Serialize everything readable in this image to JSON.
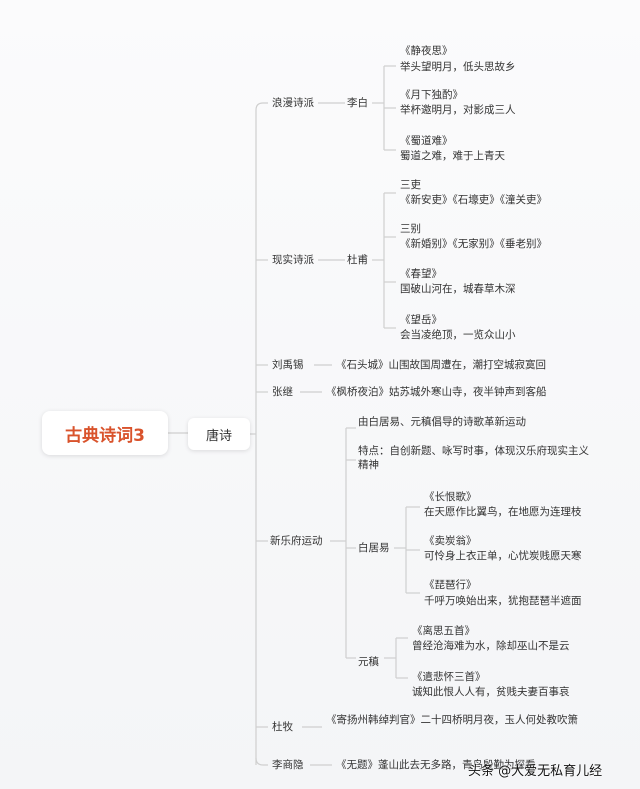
{
  "root": {
    "title": "古典诗词3"
  },
  "topic": {
    "title": "唐诗"
  },
  "branches": [
    {
      "label": "浪漫诗派",
      "poet": "李白",
      "leaves": [
        {
          "title": "《静夜思》",
          "line": "举头望明月，低头思故乡"
        },
        {
          "title": "《月下独酌》",
          "line": "举杯邀明月，对影成三人"
        },
        {
          "title": "《蜀道难》",
          "line": "蜀道之难，难于上青天"
        }
      ]
    },
    {
      "label": "现实诗派",
      "poet": "杜甫",
      "leaves": [
        {
          "title": "三吏",
          "line": "《新安吏》《石壕吏》《潼关吏》"
        },
        {
          "title": "三别",
          "line": "《新婚别》《无家别》《垂老别》"
        },
        {
          "title": "《春望》",
          "line": "国破山河在，城春草木深"
        },
        {
          "title": "《望岳》",
          "line": "会当凌绝顶，一览众山小"
        }
      ]
    },
    {
      "label": "刘禹锡",
      "text": "《石头城》山围故国周遭在，潮打空城寂寞回"
    },
    {
      "label": "张继",
      "text": "《枫桥夜泊》姑苏城外寒山寺，夜半钟声到客船"
    },
    {
      "label": "新乐府运动",
      "origin": "由白居易、元稹倡导的诗歌革新运动",
      "feature": "特点：自创新题、咏写时事，体现汉乐府现实主义精神",
      "poets": [
        {
          "name": "白居易",
          "leaves": [
            {
              "title": "《长恨歌》",
              "line": "在天愿作比翼鸟，在地愿为连理枝"
            },
            {
              "title": "《卖炭翁》",
              "line": "可怜身上衣正单，心忧炭贱愿天寒"
            },
            {
              "title": "《琵琶行》",
              "line": "千呼万唤始出来，犹抱琵琶半遮面"
            }
          ]
        },
        {
          "name": "元稹",
          "leaves": [
            {
              "title": "《离思五首》",
              "line": "曾经沧海难为水，除却巫山不是云"
            },
            {
              "title": "《遣悲怀三首》",
              "line": "诚知此恨人人有，贫贱夫妻百事哀"
            }
          ]
        }
      ]
    },
    {
      "label": "杜牧",
      "text": "《寄扬州韩绰判官》二十四桥明月夜，玉人何处教吹箫"
    },
    {
      "label": "李商隐",
      "text": "《无题》蓬山此去无多路，青鸟殷勤为探看"
    }
  ],
  "watermark": "头条 @大爱无私育儿经"
}
